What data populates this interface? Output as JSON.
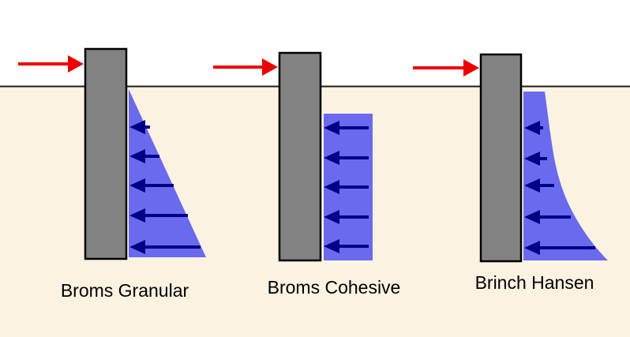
{
  "diagrams": [
    {
      "label": "Broms Granular",
      "pressure_profile": "triangular"
    },
    {
      "label": "Broms Cohesive",
      "pressure_profile": "uniform-rectangular"
    },
    {
      "label": "Brinch Hansen",
      "pressure_profile": "curved-exponential"
    }
  ],
  "colors": {
    "sky": "#ffffff",
    "soil": "#fcf2e2",
    "ground_line": "#1c1c1c",
    "pile_fill": "#828282",
    "pile_border": "#000000",
    "pressure_fill": "#6a6aee",
    "pressure_arrow": "#000087",
    "load_arrow": "#ee0000",
    "label_color": "#000000"
  }
}
